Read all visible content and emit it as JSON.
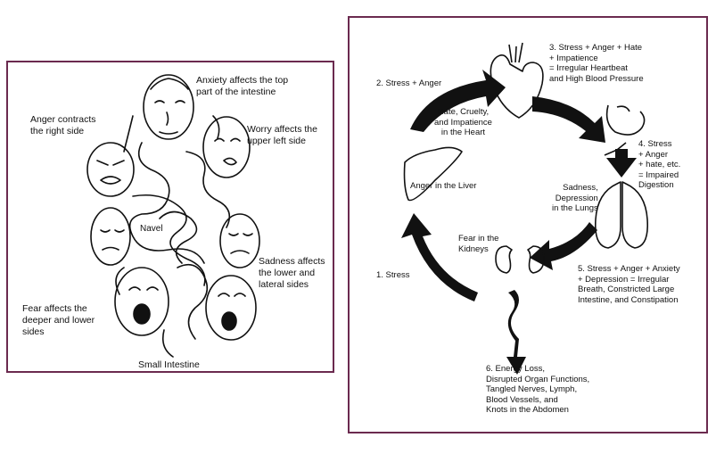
{
  "left_panel": {
    "labels": {
      "anxiety": "Anxiety affects the top\npart of the intestine",
      "anger": "Anger contracts\nthe right side",
      "worry": "Worry affects the\nupper left side",
      "navel": "Navel",
      "sadness": "Sadness affects\nthe lower and\nlateral sides",
      "fear": "Fear affects the\ndeeper and lower\nsides",
      "small_intestine": "Small Intestine"
    }
  },
  "right_panel": {
    "labels": {
      "stress_anger": "2. Stress + Anger",
      "heart_note": "Hate, Cruelty,\nand Impatience\nin the Heart",
      "step3": "3. Stress + Anger + Hate\n   + Impatience\n   = Irregular Heartbeat\n   and High Blood Pressure",
      "liver": "Anger in the Liver",
      "step4": "4. Stress\n   + Anger\n   + hate, etc.\n   = Impaired\n   Digestion",
      "lungs": "Sadness,\nDepression\nin the Lungs",
      "kidneys": "Fear in the\nKidneys",
      "step1": "1. Stress",
      "step5": "5. Stress + Anger + Anxiety\n   + Depression = Irregular\n   Breath, Constricted Large\n   Intestine, and Constipation",
      "step6": "6. Energy Loss,\nDisrupted Organ Functions,\nTangled Nerves, Lymph,\nBlood Vessels, and\nKnots in the Abdomen"
    }
  }
}
